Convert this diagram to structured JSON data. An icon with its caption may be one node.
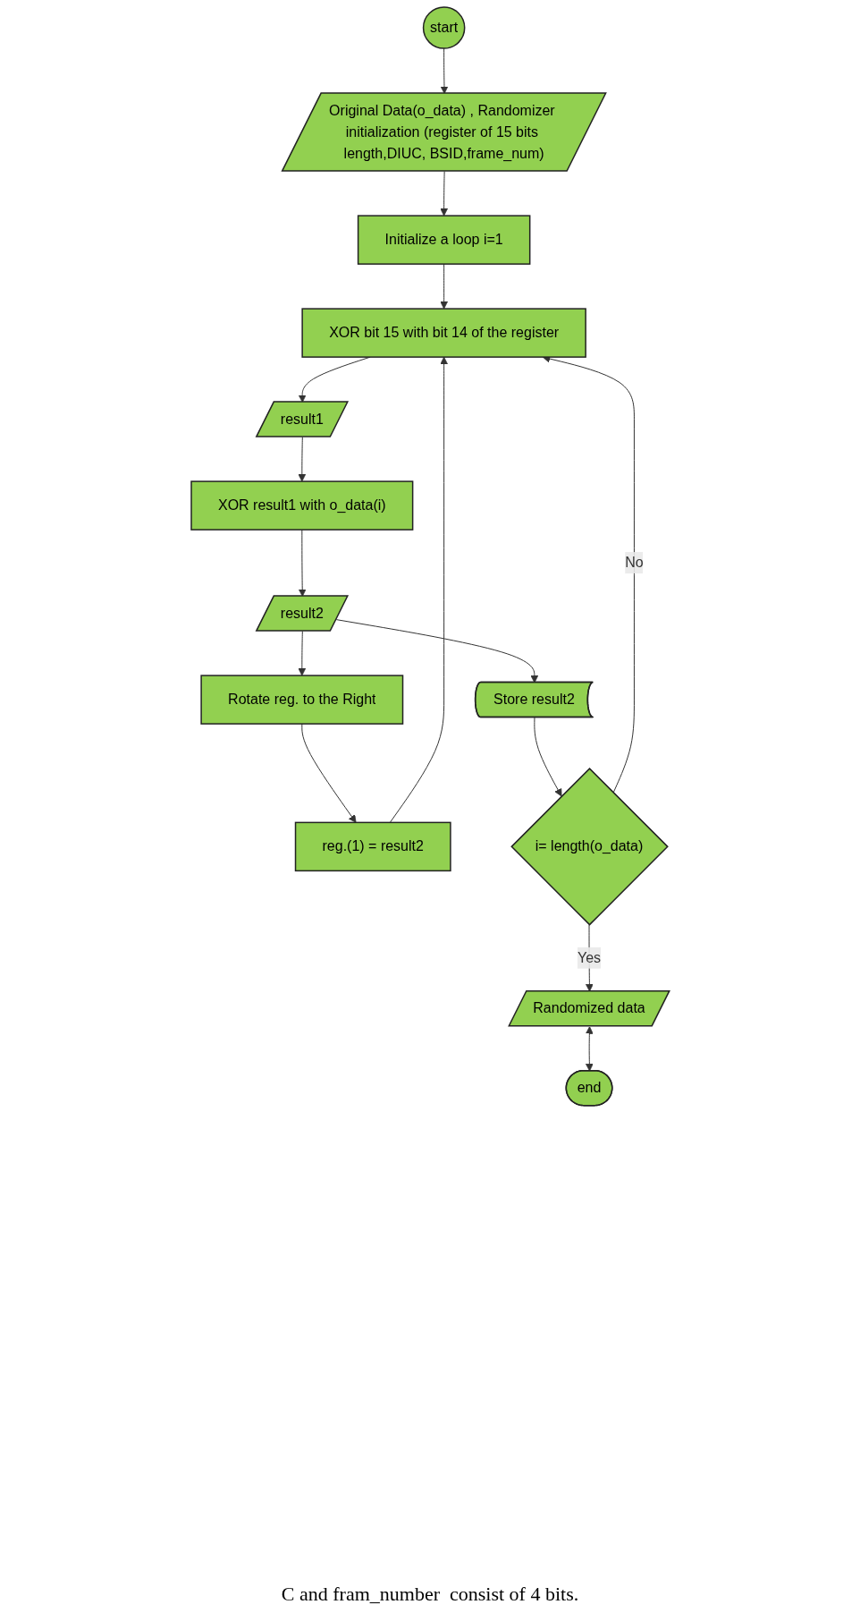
{
  "diagram": {
    "nodes": [
      {
        "text": [
          "start"
        ]
      },
      {
        "text": [
          "Original Data(o_data) , Randomizer initialization (register of 15 bits length,DIUC, BSID,frame_num)"
        ]
      },
      {
        "text": [
          "Initialize a loop i=1"
        ]
      },
      {
        "text": [
          "XOR bit 15 with bit 14 of the register"
        ]
      },
      {
        "text": [
          "reg.(1) = result2"
        ]
      },
      {
        "text": [
          "result1"
        ]
      },
      {
        "text": [
          "Rotate reg. to the Right"
        ]
      },
      {
        "text": [
          "XOR result1 with o_data(i)"
        ]
      },
      {
        "text": [
          "result2"
        ]
      },
      {
        "text": [
          "Store result2"
        ]
      },
      {
        "text": [
          "i= length(o_data)"
        ]
      },
      {
        "text": [
          "Randomized data"
        ]
      },
      {
        "text": [
          "end"
        ]
      }
    ],
    "edges": [
      {
        "from": 0,
        "to": 1,
        "arrow": "to"
      },
      {
        "from": 1,
        "to": 2,
        "arrow": "to"
      },
      {
        "from": 2,
        "to": 3,
        "arrow": "to"
      },
      {
        "from": 3,
        "to": 5,
        "arrow": "to"
      },
      {
        "from": 5,
        "to": 7,
        "arrow": "to"
      },
      {
        "from": 7,
        "to": 8,
        "arrow": "to"
      },
      {
        "from": 8,
        "to": 9,
        "arrow": "to"
      },
      {
        "from": 9,
        "to": 10,
        "arrow": "to"
      },
      {
        "from": 10,
        "to": 11,
        "label": "Yes",
        "arrow": "to"
      },
      {
        "from": 11,
        "to": 12,
        "arrow": "both"
      },
      {
        "from": 10,
        "to": 3,
        "label": "No",
        "arrow": "to"
      },
      {
        "from": 8,
        "to": 6,
        "arrow": "to"
      },
      {
        "from": 6,
        "to": 4,
        "arrow": "to"
      },
      {
        "from": 4,
        "to": 3,
        "arrow": "to"
      }
    ],
    "labels": [
      "C and fram_number  consist of 4 bits."
    ]
  }
}
